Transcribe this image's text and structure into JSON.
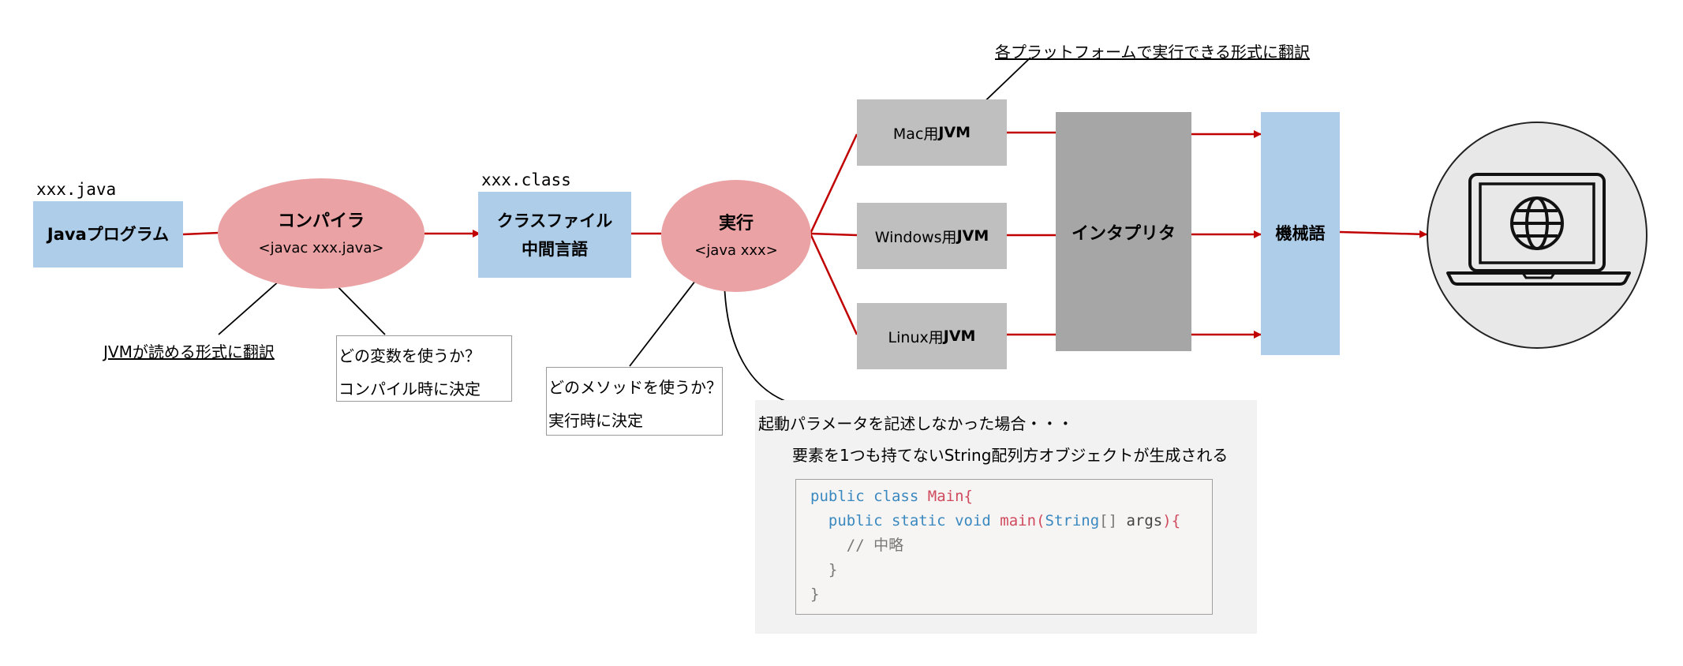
{
  "java_file_label": "xxx.java",
  "class_file_label": "xxx.class",
  "java_program": "Javaプログラム",
  "compiler": {
    "title": "コンパイラ",
    "command": "<javac xxx.java>"
  },
  "compiler_note": "JVMが読める形式に翻訳",
  "variable_note": {
    "line1": "どの変数を使うか？",
    "line2": "コンパイル時に決定"
  },
  "class_file": {
    "line1": "クラスファイル",
    "line2": "中間言語"
  },
  "run": {
    "title": "実行",
    "command": "<java xxx>"
  },
  "method_note": {
    "line1": "どのメソッドを使うか？",
    "line2": "実行時に決定"
  },
  "platform_note": "各プラットフォームで実行できる形式に翻訳",
  "jvms": [
    {
      "os": "Mac用",
      "jvm": "JVM"
    },
    {
      "os": "Windows用",
      "jvm": "JVM"
    },
    {
      "os": "Linux用",
      "jvm": "JVM"
    }
  ],
  "interpreter": "インタプリタ",
  "machine_code": "機械語",
  "param_note": {
    "heading": "起動パラメータを記述しなかった場合・・・",
    "detail": "要素を1つも持てないString配列方オブジェクトが生成される"
  },
  "code": {
    "public1": "public",
    "class": "class",
    "main_class": "Main",
    "brace_open1": "{",
    "public2": "public",
    "static": "static",
    "void": "void",
    "main": "main",
    "paren_open": "(",
    "string": "String",
    "brackets": "[]",
    "args": " args",
    "paren_close": "){",
    "comment": "// 中略",
    "brace_close_inner": "}",
    "brace_close_outer": "}"
  },
  "colors": {
    "arrow": "#c00000",
    "blue_box": "#aecde9",
    "ellipse": "#eaa2a4",
    "jvm_box": "#bfbfbf",
    "interpreter_box": "#a6a6a6"
  },
  "icons": [
    "laptop-icon",
    "globe-icon"
  ]
}
